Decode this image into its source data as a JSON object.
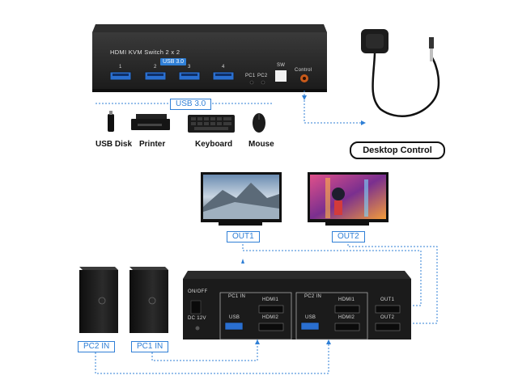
{
  "top_device": {
    "title": "HDMI KVM Switch 2 x 2",
    "usb_tag": "USB 3.0",
    "port_numbers": [
      "1",
      "2",
      "3",
      "4"
    ],
    "pc_labels": [
      "PC1",
      "PC2"
    ],
    "sw_label": "SW",
    "control_label": "Control"
  },
  "usb_section": {
    "tag": "USB 3.0",
    "devices": [
      "USB Disk",
      "Printer",
      "Keyboard",
      "Mouse"
    ]
  },
  "desktop_control": "Desktop Control",
  "monitors": {
    "out1": "OUT1",
    "out2": "OUT2"
  },
  "back_panel": {
    "on_off": "ON/OFF",
    "dc": "DC 12V",
    "pc1_in": "PC1 IN",
    "pc2_in": "PC2 IN",
    "hdmi1": "HDMI1",
    "hdmi2": "HDMI2",
    "usb": "USB",
    "out1": "OUT1",
    "out2": "OUT2"
  },
  "pc_inputs": {
    "pc2": "PC2 IN",
    "pc1": "PC1 IN"
  },
  "colors": {
    "accent": "#2f7fd6",
    "device_body": "#1f1f1f",
    "port_blue": "#2a6fd0"
  }
}
